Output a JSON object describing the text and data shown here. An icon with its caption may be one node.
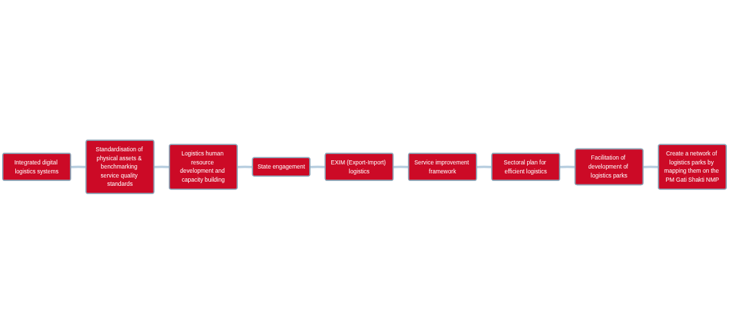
{
  "diagram": {
    "nodes": [
      {
        "text": [
          "Integrated digital logistics systems"
        ]
      },
      {
        "text": [
          "Standardisation of physical assets & benchmarking service quality standards"
        ]
      },
      {
        "text": [
          "Logistics human resource development and capacity building"
        ]
      },
      {
        "text": [
          "State engagement"
        ]
      },
      {
        "text": [
          "EXIM (Export-Import) logistics"
        ]
      },
      {
        "text": [
          "Service improvement framework"
        ]
      },
      {
        "text": [
          "Sectoral plan for efficient logistics"
        ]
      },
      {
        "text": [
          "Facilitation of development of logistics parks"
        ]
      },
      {
        "text": [
          "Create a network of logistics parks by mapping them on the PM Gati Shakti NMP"
        ]
      }
    ],
    "edges": [
      {
        "from": 0,
        "to": 1,
        "arrow": "none"
      },
      {
        "from": 1,
        "to": 2,
        "arrow": "none"
      },
      {
        "from": 2,
        "to": 3,
        "arrow": "none"
      },
      {
        "from": 3,
        "to": 4,
        "arrow": "none"
      },
      {
        "from": 4,
        "to": 5,
        "arrow": "none"
      },
      {
        "from": 5,
        "to": 6,
        "arrow": "none"
      },
      {
        "from": 6,
        "to": 7,
        "arrow": "none"
      },
      {
        "from": 7,
        "to": 8,
        "arrow": "none"
      }
    ]
  }
}
